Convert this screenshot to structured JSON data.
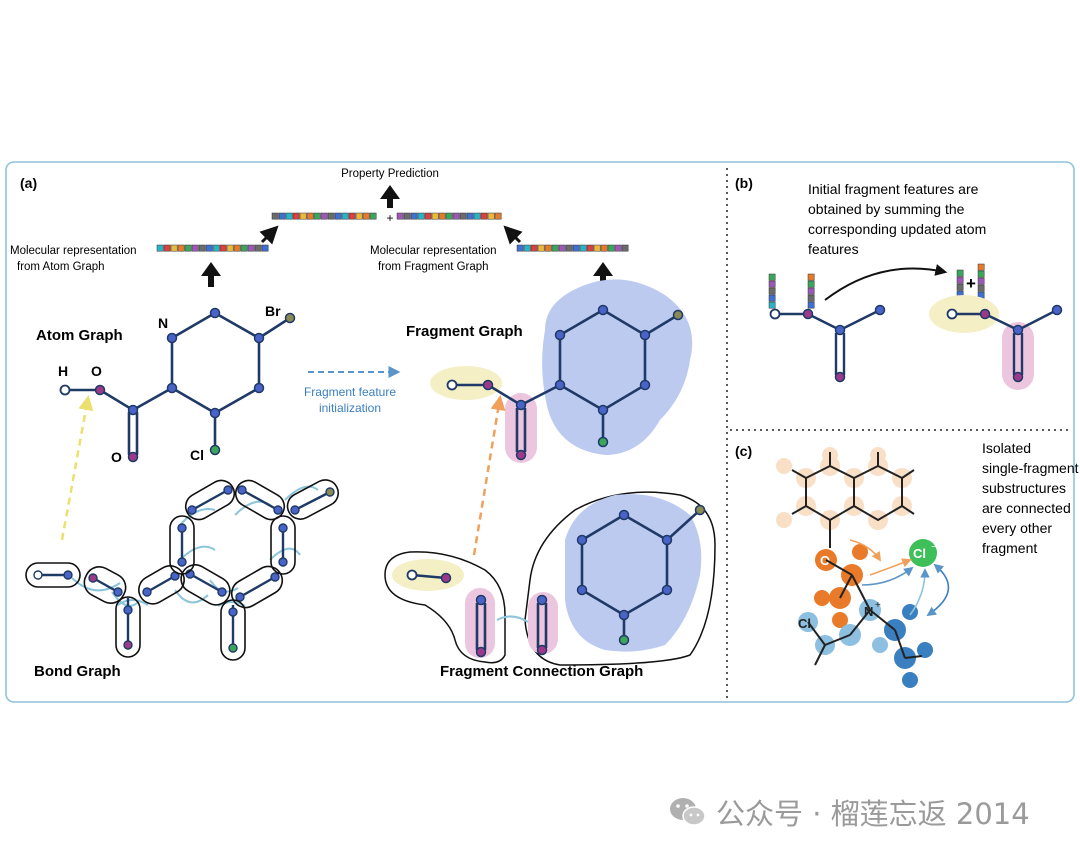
{
  "panel_a": {
    "tag": "(a)",
    "property_prediction": "Property Prediction",
    "plus_sign": "+",
    "atom_rep_line1": "Molecular representation",
    "atom_rep_line2": "from Atom Graph",
    "frag_rep_line1": "Molecular representation",
    "frag_rep_line2": "from Fragment Graph",
    "atom_graph_title": "Atom Graph",
    "fragment_graph_title": "Fragment Graph",
    "bond_graph_title": "Bond Graph",
    "fragment_connection_graph_title": "Fragment Connection Graph",
    "init_line1": "Fragment feature",
    "init_line2": "initialization",
    "atoms": {
      "h": "H",
      "o_top": "O",
      "o_bottom": "O",
      "n": "N",
      "br": "Br",
      "cl": "Cl"
    }
  },
  "panel_b": {
    "tag": "(b)",
    "text_lines": [
      "Initial fragment features are",
      "obtained by summing the",
      "corresponding updated atom",
      "features"
    ],
    "plus_sign": "+"
  },
  "panel_c": {
    "tag": "(c)",
    "text_lines": [
      "Isolated",
      "single-fragment",
      "substructures",
      "are connected",
      "every other",
      "fragment"
    ],
    "atoms": {
      "o": "O",
      "cl_ion": "Cl",
      "cl_ion_charge": "−",
      "n_plus": "N",
      "n_plus_charge": "+",
      "cl": "Cl"
    }
  },
  "watermark": {
    "text": "公众号 · 榴莲忘返 2014"
  },
  "colors": {
    "frame": "#8cc4dc",
    "bond": "#1f3a66",
    "fragment_yellow": "#f4efc4",
    "fragment_pink": "#ecc6df",
    "fragment_blue": "#bccaf0",
    "arrow_yellow": "#ecdf6e",
    "arrow_orange": "#f0a05a",
    "arrow_blue_dash": "#5b95c8",
    "feature_palette": [
      "#d94040",
      "#3ca55c",
      "#3f6fd0",
      "#e7b93c",
      "#9b59b6",
      "#2ab3c4",
      "#e37b2c",
      "#6b6b6b"
    ]
  }
}
